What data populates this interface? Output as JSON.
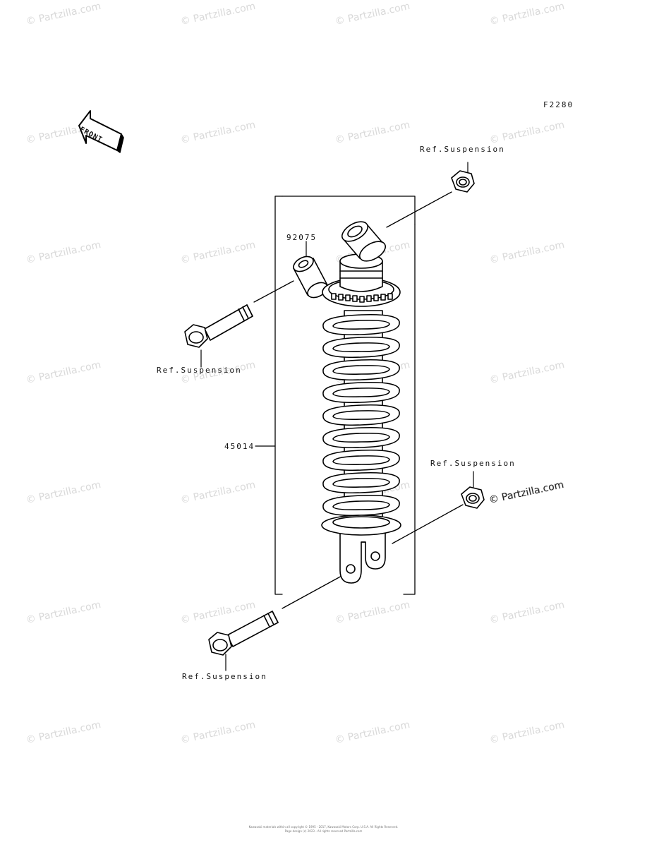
{
  "diagram": {
    "figure_code": "F2280",
    "front_label": "FRONT",
    "labels": {
      "ref_top_right": "Ref.Suspension",
      "ref_left_upper": "Ref.Suspension",
      "ref_right_lower": "Ref.Suspension",
      "ref_bottom_left": "Ref.Suspension",
      "part_92075": "92075",
      "part_45014": "45014"
    }
  },
  "watermark": {
    "text": "© Partzilla.com",
    "highlight_text": "© Partzilla.com"
  },
  "footer": {
    "line1": "Kawasaki materials within all copyright © 1995 - 2017, Kawasaki Motors Corp. U.S.A. All Rights Reserved.",
    "line2": "Page design (c) 2023 - All rights reserved Partzilla.com"
  }
}
